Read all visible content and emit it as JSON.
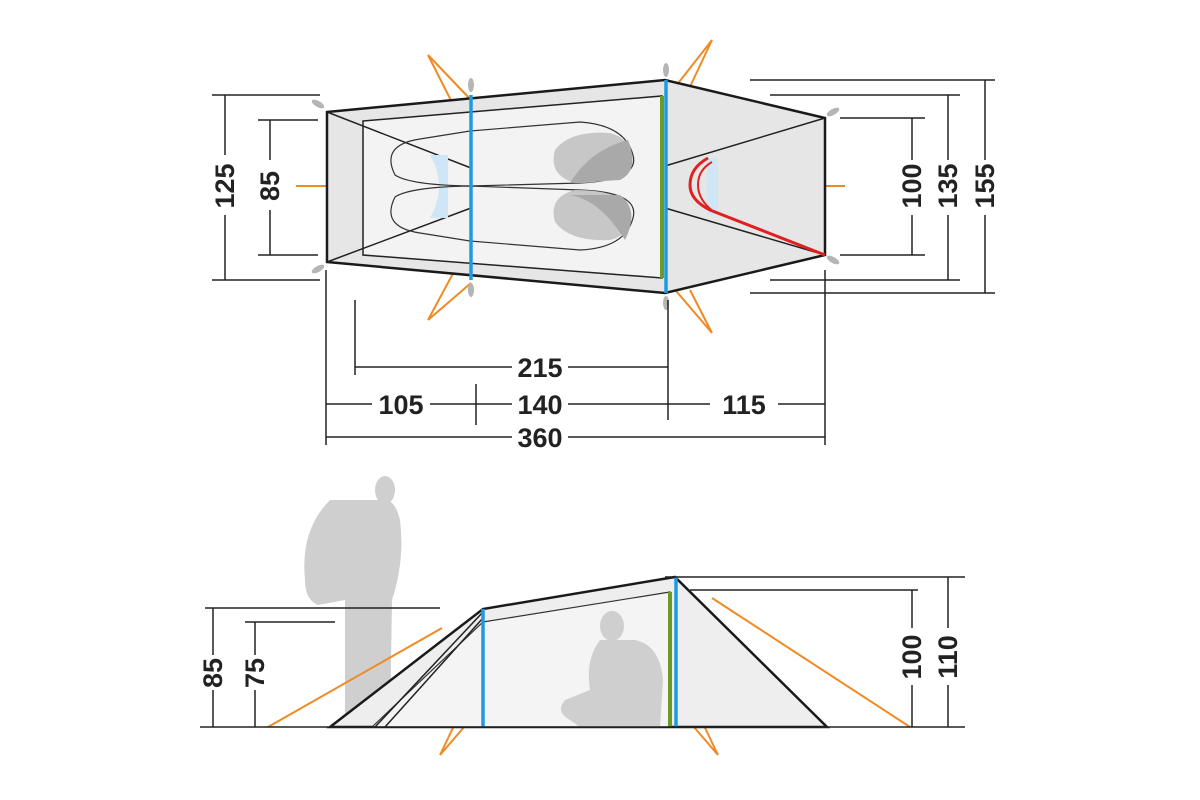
{
  "top_view": {
    "widths": {
      "outer": "155",
      "mid": "135",
      "right": "100",
      "left_outer": "125",
      "left_inner": "85"
    },
    "lengths": {
      "inner_to_pole": "215",
      "front": "105",
      "middle": "140",
      "rear": "115",
      "total": "360"
    }
  },
  "side_view": {
    "heights": {
      "front_outer": "85",
      "front_inner": "75",
      "rear_inner": "100",
      "rear_outer": "110"
    }
  },
  "colors": {
    "guyline": "#f08a24",
    "pole": "#1e9be0",
    "inner_pole": "#6a9a2a",
    "door_pole": "#e02020"
  }
}
